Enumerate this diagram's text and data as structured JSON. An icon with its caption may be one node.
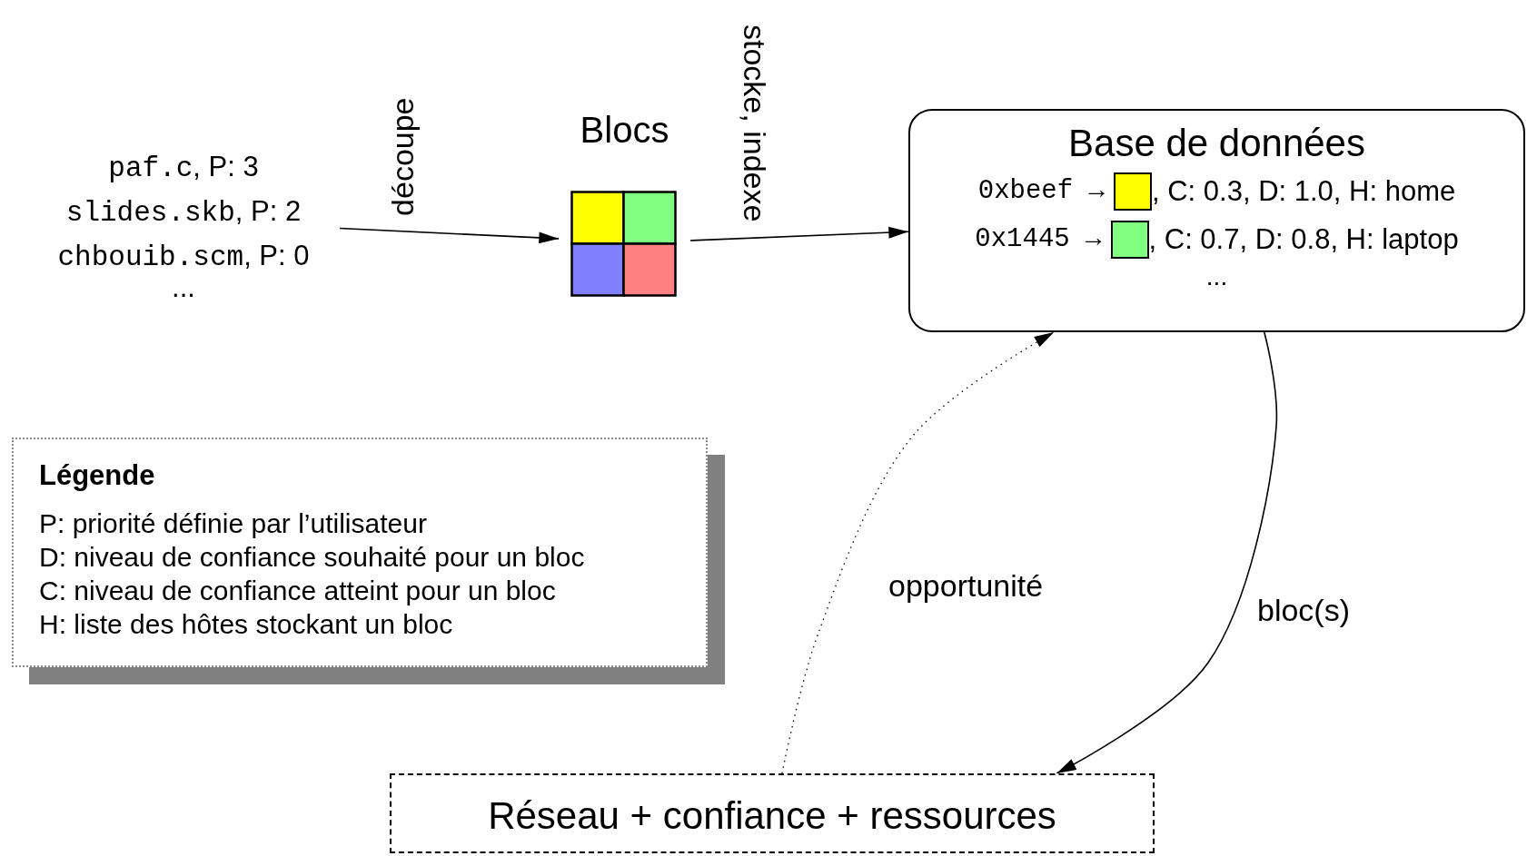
{
  "diagram": {
    "nodes": [
      {
        "text": [
          "paf.c, P: 3",
          "slides.skb, P: 2",
          "chbouib.scm, P: 0",
          "..."
        ]
      },
      {
        "text": [
          "Blocs"
        ]
      },
      {
        "text": [
          "Base de données",
          "0xbeef →",
          ", C: 0.3, D: 1.0, H: home",
          "0x1445 →",
          ", C: 0.7, D: 0.8, H: laptop",
          "..."
        ]
      },
      {
        "text": [
          "Réseau + confiance + ressources"
        ]
      },
      {
        "text": [
          "Légende",
          "P: priorité définie par l’utilisateur",
          "D: niveau de confiance souhaité pour un bloc",
          "C: niveau de confiance atteint pour un bloc",
          "H: liste des hôtes stockant un bloc"
        ]
      }
    ],
    "edges": [
      {
        "from": 0,
        "to": 1,
        "arrow": "to",
        "label": "découpe"
      },
      {
        "from": 1,
        "to": 2,
        "arrow": "to",
        "label": "stocke, indexe"
      },
      {
        "from": 3,
        "to": 2,
        "arrow": "to",
        "label": "opportunité",
        "style": "dashed"
      },
      {
        "from": 2,
        "to": 3,
        "arrow": "to",
        "label": "bloc(s)"
      }
    ]
  }
}
